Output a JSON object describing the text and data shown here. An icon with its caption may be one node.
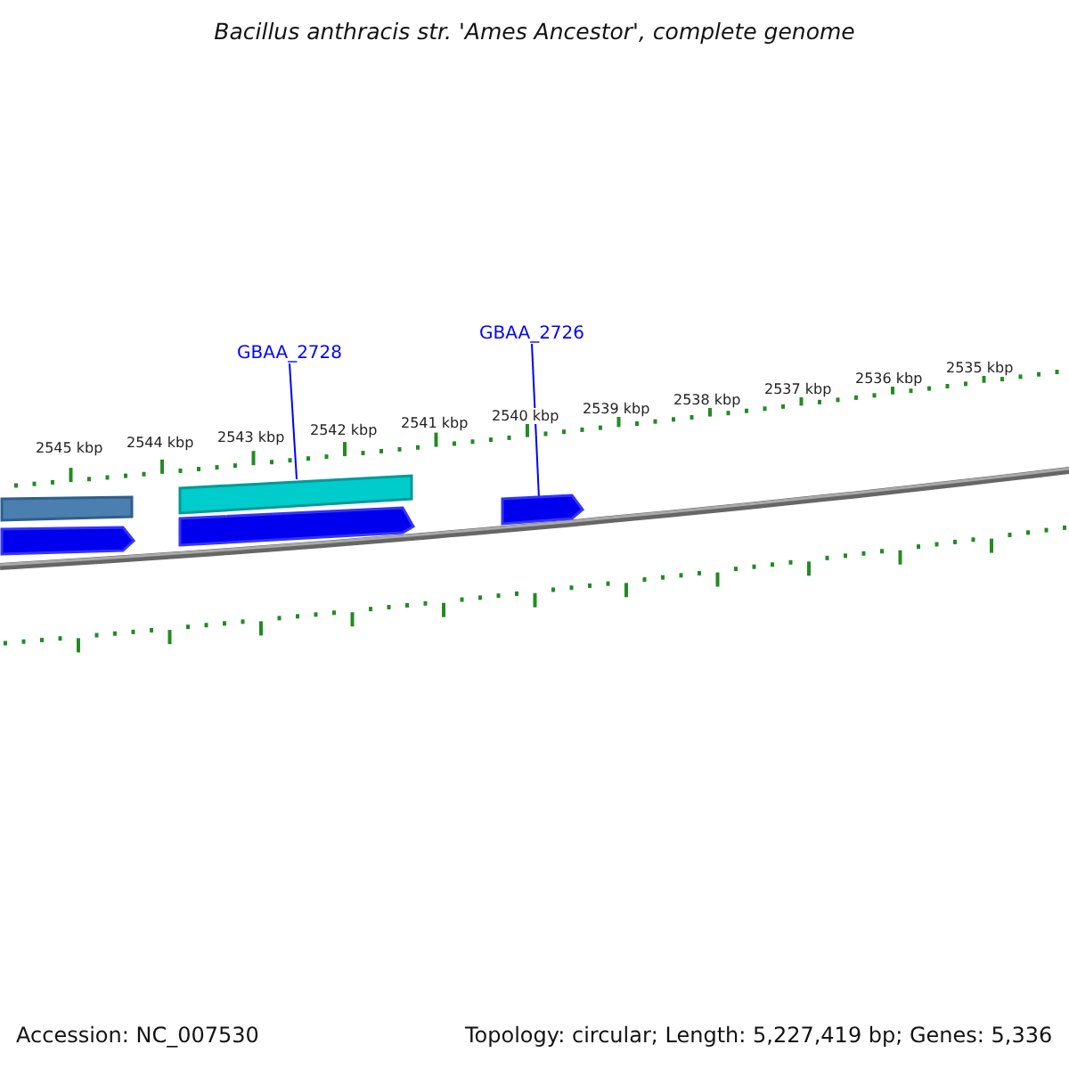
{
  "diagram": {
    "title": "Bacillus anthracis str. 'Ames Ancestor', complete genome",
    "nodes": [
      {
        "text": [
          "GBAA_2728"
        ]
      },
      {
        "text": [
          "GBAA_2726"
        ]
      },
      {
        "text": [],
        "shape": "bar"
      },
      {
        "text": [],
        "shape": "arrow"
      },
      {
        "text": [],
        "shape": "bar"
      },
      {
        "text": [],
        "shape": "arrow"
      },
      {
        "text": [],
        "shape": "arrow"
      }
    ],
    "edges": [
      {
        "from": 0,
        "to": 2,
        "arrow": "none"
      },
      {
        "from": 1,
        "to": 3,
        "arrow": "none"
      }
    ],
    "labels": [
      "2535 kbp",
      "2536 kbp",
      "2537 kbp",
      "2538 kbp",
      "2539 kbp",
      "2540 kbp",
      "2541 kbp",
      "2542 kbp",
      "2543 kbp",
      "2544 kbp",
      "2545 kbp",
      "Accession: NC_007530",
      "Topology: circular; Length: 5,227,419 bp; Genes: 5,336"
    ]
  }
}
